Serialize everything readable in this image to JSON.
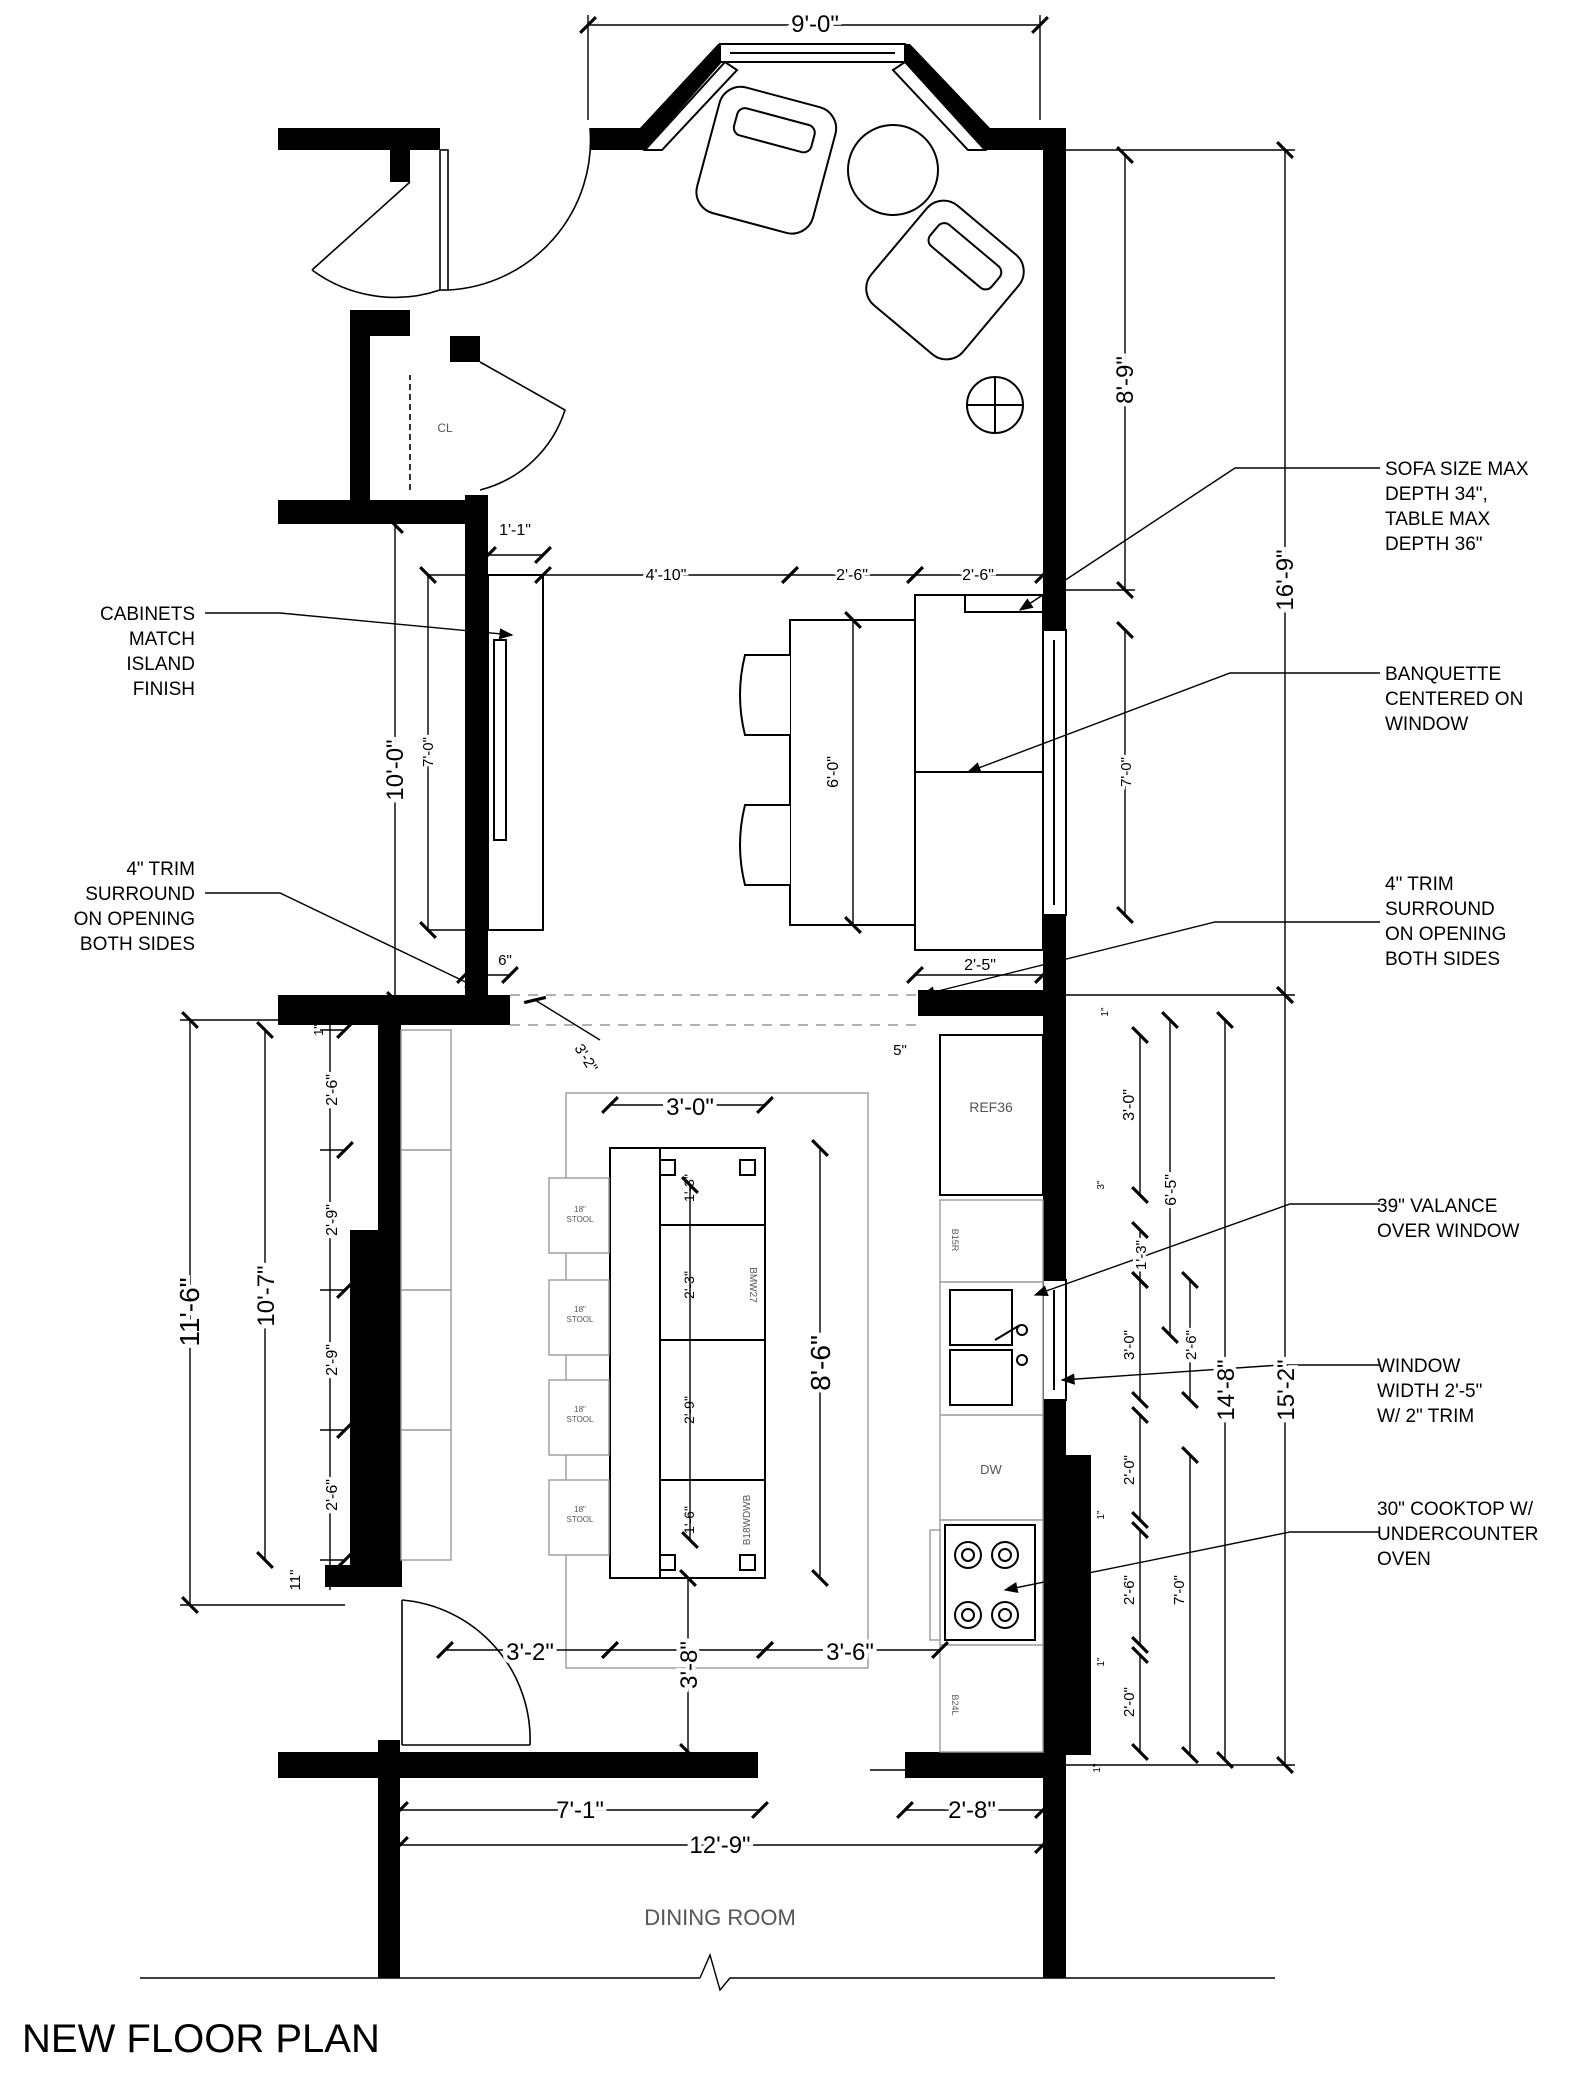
{
  "title": "NEW FLOOR PLAN",
  "room_labels": {
    "dining_room": "DINING ROOM",
    "closet": "CL"
  },
  "dimensions": {
    "top_width": "9'-0\"",
    "right_upper": "8'-9\"",
    "right_overall_upper": "16'-9\"",
    "left_upper": "10'-0\"",
    "cabinet_length": "7'-0\"",
    "wall_thick": "1'-1\"",
    "clear_width": "4'-10\"",
    "table_depth": "2'-6\"",
    "banquette_depth": "2'-6\"",
    "table_length": "6'-0\"",
    "window_right": "7'-0\"",
    "window_width": "2'-5\"",
    "trim_6": "6\"",
    "trim_5": "5\"",
    "diag_3_2": "3'-2\"",
    "island_width": "3'-0\"",
    "island_length": "8'-6\"",
    "left_run_overall": "11'-6\"",
    "left_run": "10'-7\"",
    "seg_1": "1\"",
    "seg_2_6a": "2'-6\"",
    "seg_2_9a": "2'-9\"",
    "seg_2_9b": "2'-9\"",
    "seg_2_6b": "2'-6\"",
    "seg_11": "11\"",
    "aisle_left": "3'-2\"",
    "island_gap": "3'-8\"",
    "aisle_right": "3'-6\"",
    "opening_7_1": "7'-1\"",
    "opening_2_8": "2'-8\"",
    "overall_12_9": "12'-9\"",
    "ref_3_0": "3'-0\"",
    "r_1": "1\"",
    "r_3": "3\"",
    "r_6_5": "6'-5\"",
    "r_1_3": "1'-3\"",
    "r_3_0b": "3'-0\"",
    "r_2_6": "2'-6\"",
    "r_2_0a": "2'-0\"",
    "r_1b": "1\"",
    "r_2_6b": "2'-6\"",
    "r_7_0": "7'-0\"",
    "r_1c": "1\"",
    "r_2_0b": "2'-0\"",
    "r_14_8": "14'-8\"",
    "r_15_2": "15'-2\"",
    "r_1d": "1\""
  },
  "island_cells": [
    "1'-3\"",
    "2'-3\"",
    "2'-9\"",
    "1'-6\""
  ],
  "island_tags": [
    "BMW27",
    "B18WDWB"
  ],
  "stools": [
    {
      "size": "18\"",
      "label": "STOOL"
    },
    {
      "size": "18\"",
      "label": "STOOL"
    },
    {
      "size": "18\"",
      "label": "STOOL"
    },
    {
      "size": "18\"",
      "label": "STOOL"
    }
  ],
  "appliances": {
    "ref": "REF36",
    "b15r": "B15R",
    "dw": "DW",
    "b24l": "B24L"
  },
  "notes": {
    "sofa": [
      "SOFA SIZE MAX",
      "DEPTH 34\",",
      "TABLE MAX",
      "DEPTH 36\""
    ],
    "cabinets": [
      "CABINETS",
      "MATCH",
      "ISLAND",
      "FINISH"
    ],
    "banquette": [
      "BANQUETTE",
      "CENTERED ON",
      "WINDOW"
    ],
    "trim_left": [
      "4\" TRIM",
      "SURROUND",
      "ON OPENING",
      "BOTH SIDES"
    ],
    "trim_right": [
      "4\" TRIM",
      "SURROUND",
      "ON OPENING",
      "BOTH SIDES"
    ],
    "valance": [
      "39\" VALANCE",
      "OVER WINDOW"
    ],
    "window": [
      "WINDOW",
      "WIDTH 2'-5\"",
      "W/ 2\" TRIM"
    ],
    "cooktop": [
      "30\" COOKTOP W/",
      "UNDERCOUNTER",
      "OVEN"
    ]
  }
}
